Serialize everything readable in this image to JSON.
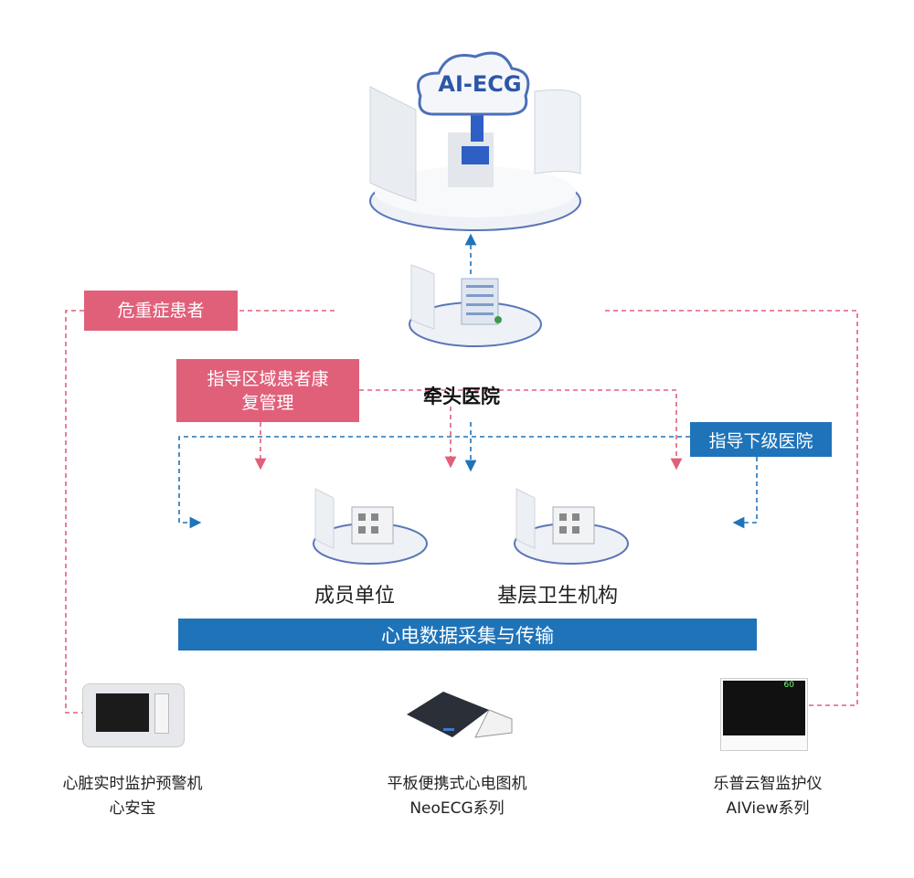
{
  "platform": {
    "cloud_label": "AI-ECG"
  },
  "lead_hospital": {
    "label": "牵头医院"
  },
  "boxes": {
    "critical_patients": "危重症患者",
    "rehab_management_line1": "指导区域患者康",
    "rehab_management_line2": "复管理",
    "guide_lower_hospitals": "指导下级医院"
  },
  "units": [
    {
      "label": "成员单位"
    },
    {
      "label": "基层卫生机构"
    }
  ],
  "data_bar": {
    "label": "心电数据采集与传输"
  },
  "devices": [
    {
      "name": "心脏实时监护预警机",
      "model": "心安宝"
    },
    {
      "name": "平板便携式心电图机",
      "model": "NeoECG系列"
    },
    {
      "name": "乐普云智监护仪",
      "model": "AIView系列",
      "screen_value": "60"
    }
  ],
  "colors": {
    "pink": "#e0607a",
    "blue": "#1f73b9"
  }
}
